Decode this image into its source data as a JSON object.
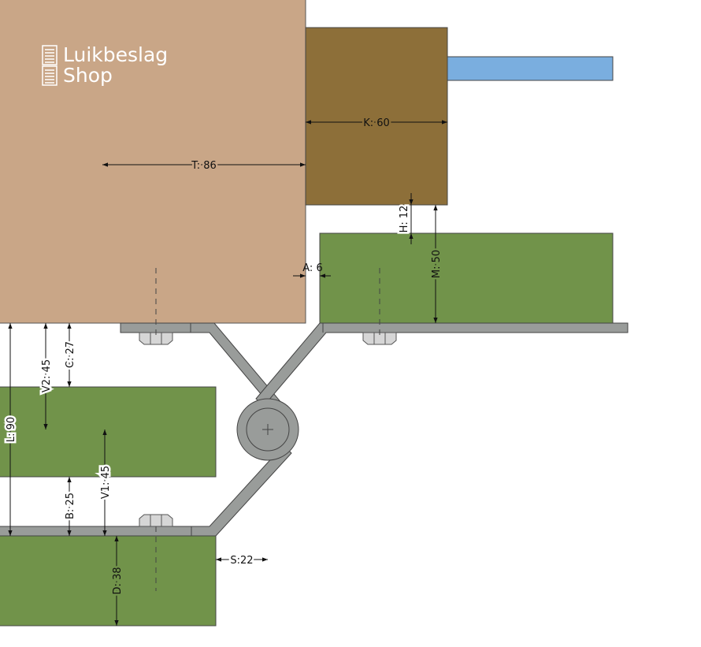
{
  "logo": {
    "line1": "Luikbeslag",
    "line2": "Shop"
  },
  "colors": {
    "frame": "#c9a687",
    "shutter": "#8d6f39",
    "glass": "#7aaedf",
    "board": "#71934a",
    "plate": "#999c9a"
  },
  "dimensions": {
    "T": "T: 86",
    "K": "K: 60",
    "H": "H: 12",
    "M": "M: 50",
    "A": "A: 6",
    "L": "L: 90",
    "V2": "V2: 45",
    "C": "C: 27",
    "V1": "V1: 45",
    "B": "B: 25",
    "D": "D: 38",
    "S": "S:22"
  }
}
